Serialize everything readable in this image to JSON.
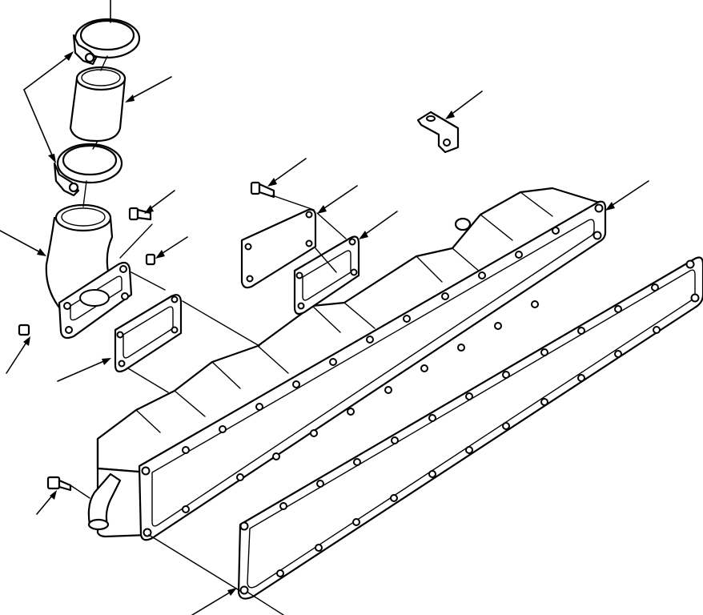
{
  "figure": {
    "kind": "exploded-parts-diagram",
    "labels": []
  },
  "parts": [
    {
      "id": "upper-hose-clamp",
      "icon": "hose-clamp"
    },
    {
      "id": "connector-hose",
      "icon": "rubber-hose"
    },
    {
      "id": "lower-hose-clamp",
      "icon": "hose-clamp"
    },
    {
      "id": "elbow-outlet",
      "icon": "elbow-pipe"
    },
    {
      "id": "elbow-mounting-bolt",
      "icon": "bolt"
    },
    {
      "id": "elbow-small-bolt",
      "icon": "bolt"
    },
    {
      "id": "elbow-gasket",
      "icon": "gasket"
    },
    {
      "id": "drain-plug",
      "icon": "plug"
    },
    {
      "id": "bracket",
      "icon": "bracket"
    },
    {
      "id": "cover-bolt",
      "icon": "bolt"
    },
    {
      "id": "cover-plate",
      "icon": "plate"
    },
    {
      "id": "cover-gasket",
      "icon": "gasket"
    },
    {
      "id": "intake-manifold",
      "icon": "manifold"
    },
    {
      "id": "manifold-gasket",
      "icon": "gasket"
    },
    {
      "id": "flange-bolt",
      "icon": "bolt"
    }
  ],
  "colors": {
    "line": "#000000",
    "paper": "#ffffff"
  }
}
